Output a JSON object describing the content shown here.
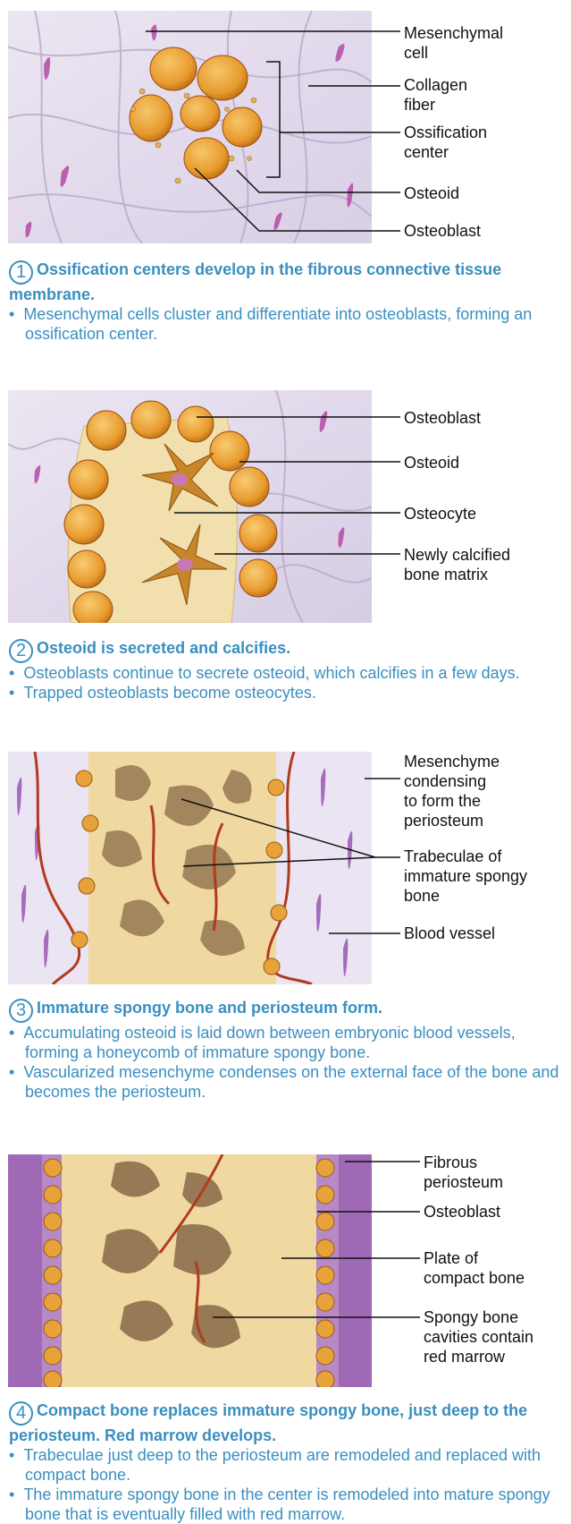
{
  "panels": [
    {
      "labels": [
        "Mesenchymal\ncell",
        "Collagen\nfiber",
        "Ossification\ncenter",
        "Osteoid",
        "Osteoblast"
      ],
      "caption": {
        "number": "1",
        "title": "Ossification centers develop in the fibrous connective tissue membrane.",
        "bullets": [
          "Mesenchymal cells cluster and differentiate into osteoblasts, forming an ossification center."
        ]
      }
    },
    {
      "labels": [
        "Osteoblast",
        "Osteoid",
        "Osteocyte",
        "Newly calcified\nbone matrix"
      ],
      "caption": {
        "number": "2",
        "title": "Osteoid is secreted and calcifies.",
        "bullets": [
          "Osteoblasts continue to secrete osteoid, which calcifies in a few days.",
          "Trapped osteoblasts become osteocytes."
        ]
      }
    },
    {
      "labels": [
        "Mesenchyme\ncondensing\nto form the\nperiosteum",
        "Trabeculae of\nimmature spongy\nbone",
        "Blood vessel"
      ],
      "caption": {
        "number": "3",
        "title": "Immature spongy bone and periosteum form.",
        "bullets": [
          "Accumulating osteoid is laid down between embryonic blood vessels, forming a honeycomb of immature spongy bone.",
          "Vascularized mesenchyme condenses on the external face of the bone and becomes the periosteum."
        ]
      }
    },
    {
      "labels": [
        "Fibrous\nperiosteum",
        "Osteoblast",
        "Plate of\ncompact bone",
        "Spongy bone\ncavities contain\nred marrow"
      ],
      "caption": {
        "number": "4",
        "title": "Compact bone replaces immature spongy bone, just deep to the periosteum. Red marrow develops.",
        "bullets": [
          "Trabeculae just deep to the periosteum are remodeled and replaced with compact bone.",
          "The immature spongy bone in the center is remodeled into mature spongy bone that is eventually filled with red marrow."
        ]
      }
    }
  ]
}
